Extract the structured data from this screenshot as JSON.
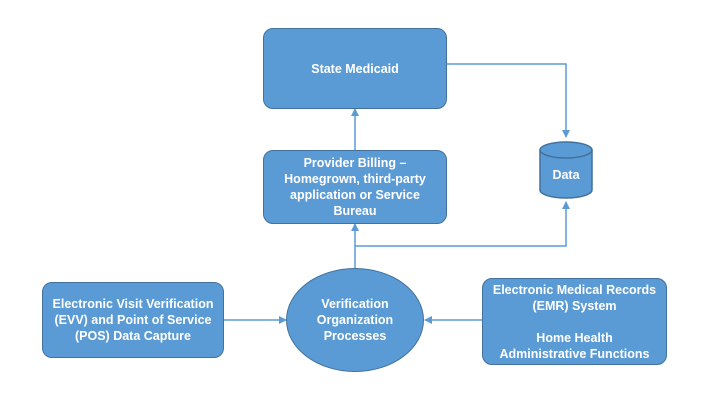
{
  "nodes": {
    "state_medicaid": {
      "label": "State Medicaid"
    },
    "provider_billing": {
      "lines": [
        "Provider Billing –",
        "Homegrown, third-party",
        "application or Service",
        "Bureau"
      ]
    },
    "data": {
      "label": "Data"
    },
    "verification": {
      "lines": [
        "Verification",
        "Organization",
        "Processes"
      ]
    },
    "evv": {
      "lines": [
        "Electronic Visit Verification",
        "(EVV) and Point of Service",
        "(POS) Data Capture"
      ]
    },
    "emr": {
      "lines_top": [
        "Electronic Medical Records",
        "(EMR) System"
      ],
      "lines_bottom": [
        "Home Health",
        "Administrative Functions"
      ]
    }
  },
  "colors": {
    "node_fill": "#5b9bd5",
    "node_border": "#41719c",
    "text": "#ffffff",
    "connector": "#5b9bd5"
  }
}
